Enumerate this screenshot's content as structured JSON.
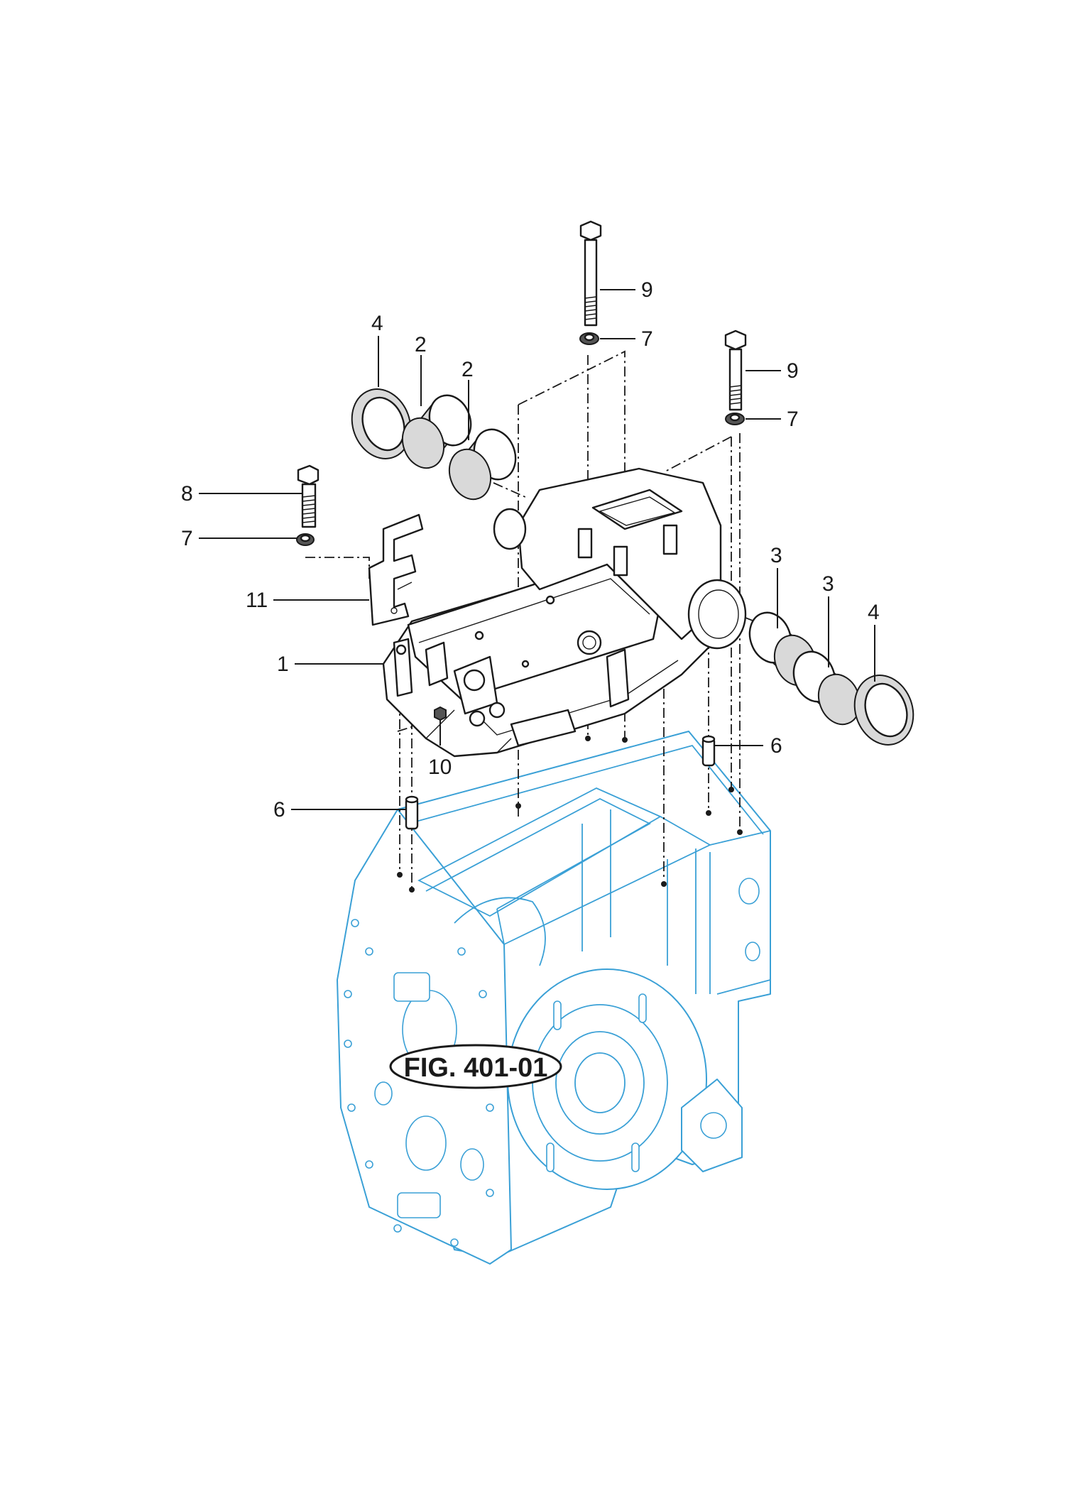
{
  "figure": {
    "label": "FIG. 401-01"
  },
  "callouts": {
    "c1": "1",
    "c2a": "2",
    "c2b": "2",
    "c3a": "3",
    "c3b": "3",
    "c4a": "4",
    "c4b": "4",
    "c6a": "6",
    "c6b": "6",
    "c7a": "7",
    "c7b": "7",
    "c7c": "7",
    "c8": "8",
    "c9a": "9",
    "c9b": "9",
    "c10": "10",
    "c11": "11"
  },
  "colors": {
    "foreground": "#1a1a1a",
    "reference_part": "#3aa0d6",
    "background": "#ffffff"
  }
}
